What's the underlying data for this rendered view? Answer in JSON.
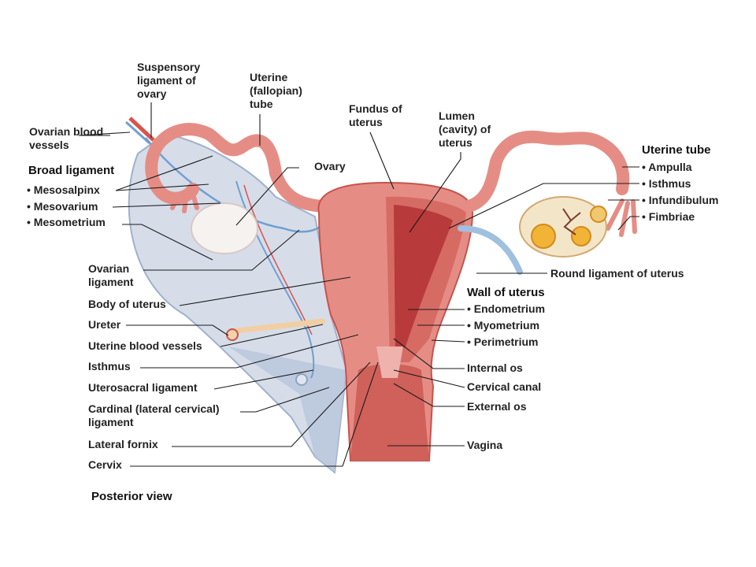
{
  "figure": {
    "view_caption": "Posterior view",
    "colors": {
      "muscle": "#e58d85",
      "muscle_dark": "#c8524d",
      "lumen": "#b83a3a",
      "ligament": "#cfd8e6",
      "ligament_edge": "#8fa4c2",
      "ovary": "#f3e6c8",
      "follicle": "#f1b437",
      "vessel_blue": "#6f9fd0",
      "vessel_red": "#d9534f"
    }
  },
  "left_labels": {
    "suspensory": "Suspensory ligament of ovary",
    "uterine_tube": "Uterine (fallopian) tube",
    "ovarian_vessels": "Ovarian blood vessels",
    "broad_ligament": {
      "heading": "Broad ligament",
      "items": [
        "Mesosalpinx",
        "Mesovarium",
        "Mesometrium"
      ]
    },
    "ovary": "Ovary",
    "ovarian_ligament": "Ovarian ligament",
    "body_of_uterus": "Body of uterus",
    "ureter": "Ureter",
    "uterine_blood_vessels": "Uterine blood vessels",
    "isthmus": "Isthmus",
    "uterosacral": "Uterosacral ligament",
    "cardinal": "Cardinal (lateral cervical) ligament",
    "lateral_fornix": "Lateral fornix",
    "cervix": "Cervix"
  },
  "center_labels": {
    "fundus": "Fundus of uterus",
    "lumen": "Lumen (cavity) of uterus"
  },
  "right_labels": {
    "uterine_tube": {
      "heading": "Uterine tube",
      "items": [
        "Ampulla",
        "Isthmus",
        "Infundibulum",
        "Fimbriae"
      ]
    },
    "round_ligament": "Round ligament of uterus",
    "wall": {
      "heading": "Wall of uterus",
      "items": [
        "Endometrium",
        "Myometrium",
        "Perimetrium"
      ]
    },
    "internal_os": "Internal os",
    "cervical_canal": "Cervical canal",
    "external_os": "External os",
    "vagina": "Vagina"
  }
}
